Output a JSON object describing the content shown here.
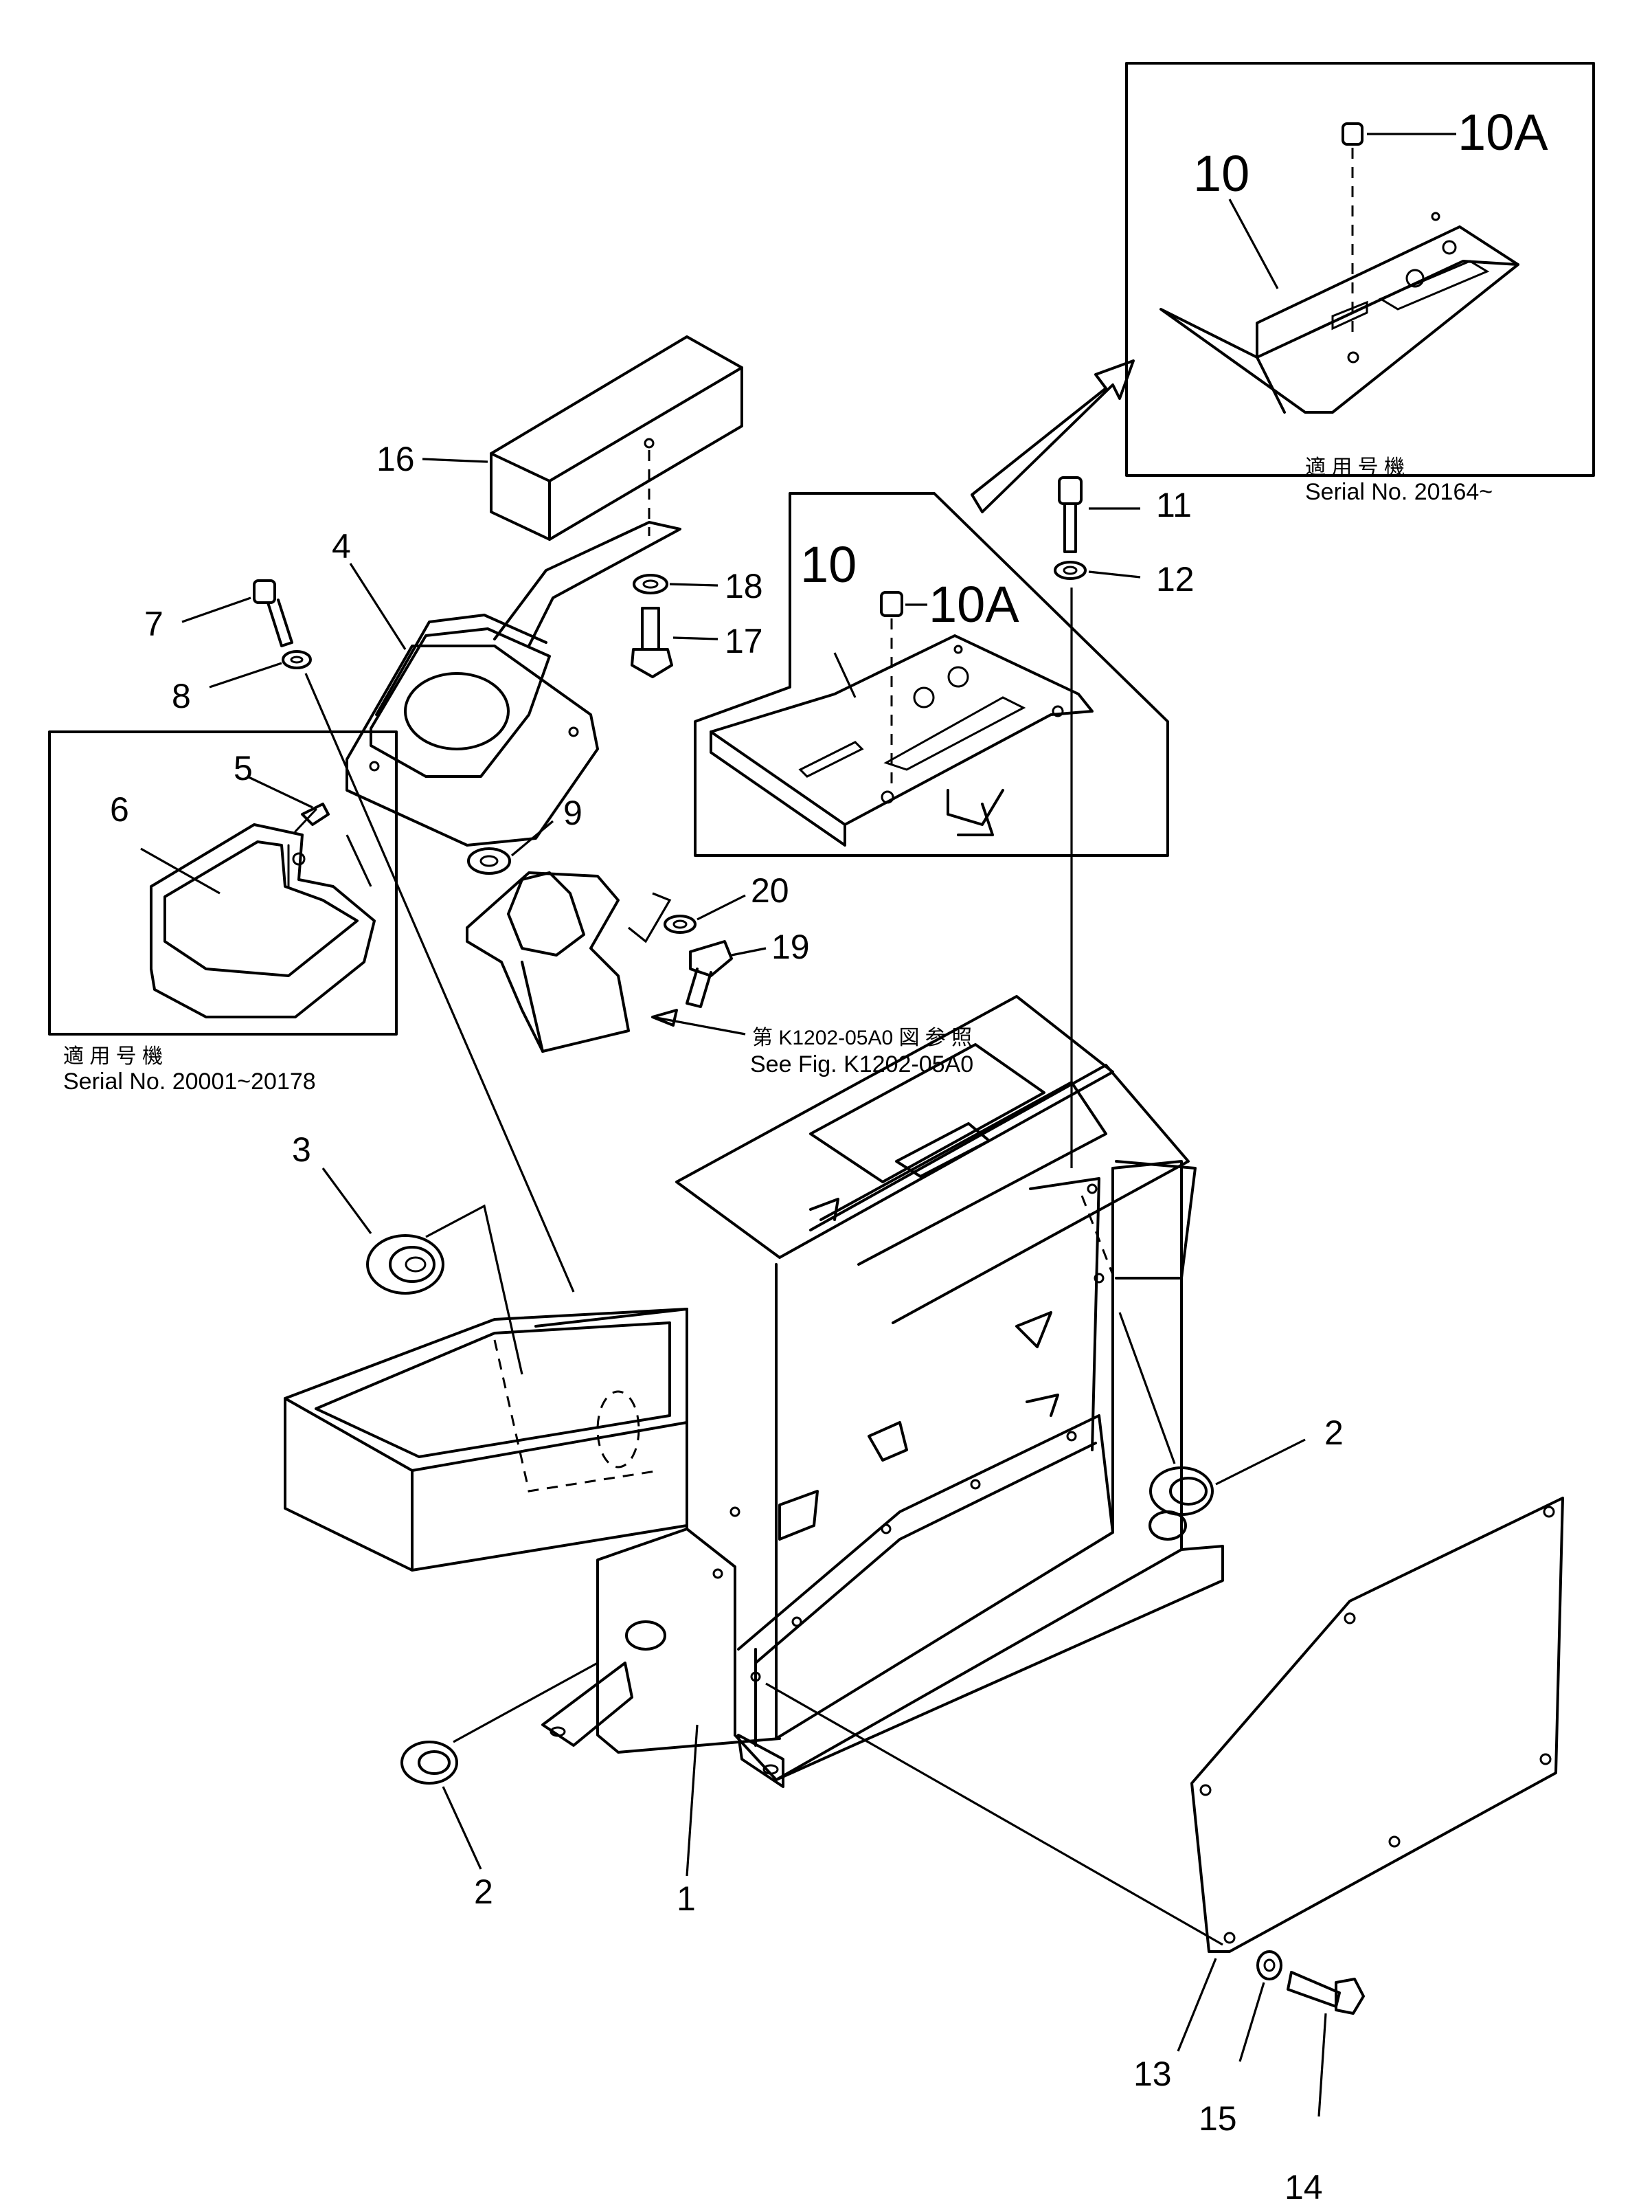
{
  "callouts": {
    "c1": "1",
    "c2a": "2",
    "c2b": "2",
    "c3": "3",
    "c4": "4",
    "c5": "5",
    "c6": "6",
    "c7": "7",
    "c8": "8",
    "c9": "9",
    "c10_mid": "10",
    "c10a_mid": "10A",
    "c10_top": "10",
    "c10a_top": "10A",
    "c11": "11",
    "c12": "12",
    "c13": "13",
    "c14": "14",
    "c15": "15",
    "c16": "16",
    "c17": "17",
    "c18": "18",
    "c19": "19",
    "c20": "20"
  },
  "insets": {
    "left": {
      "caption": "適 用 号 機",
      "serial": "Serial No. 20001~20178"
    },
    "top_right": {
      "caption": "適 用 号 機",
      "serial": "Serial No. 20164~"
    }
  },
  "reference": {
    "caption": "第 K1202-05A0 図 参 照",
    "text": "See Fig. K1202-05A0"
  }
}
